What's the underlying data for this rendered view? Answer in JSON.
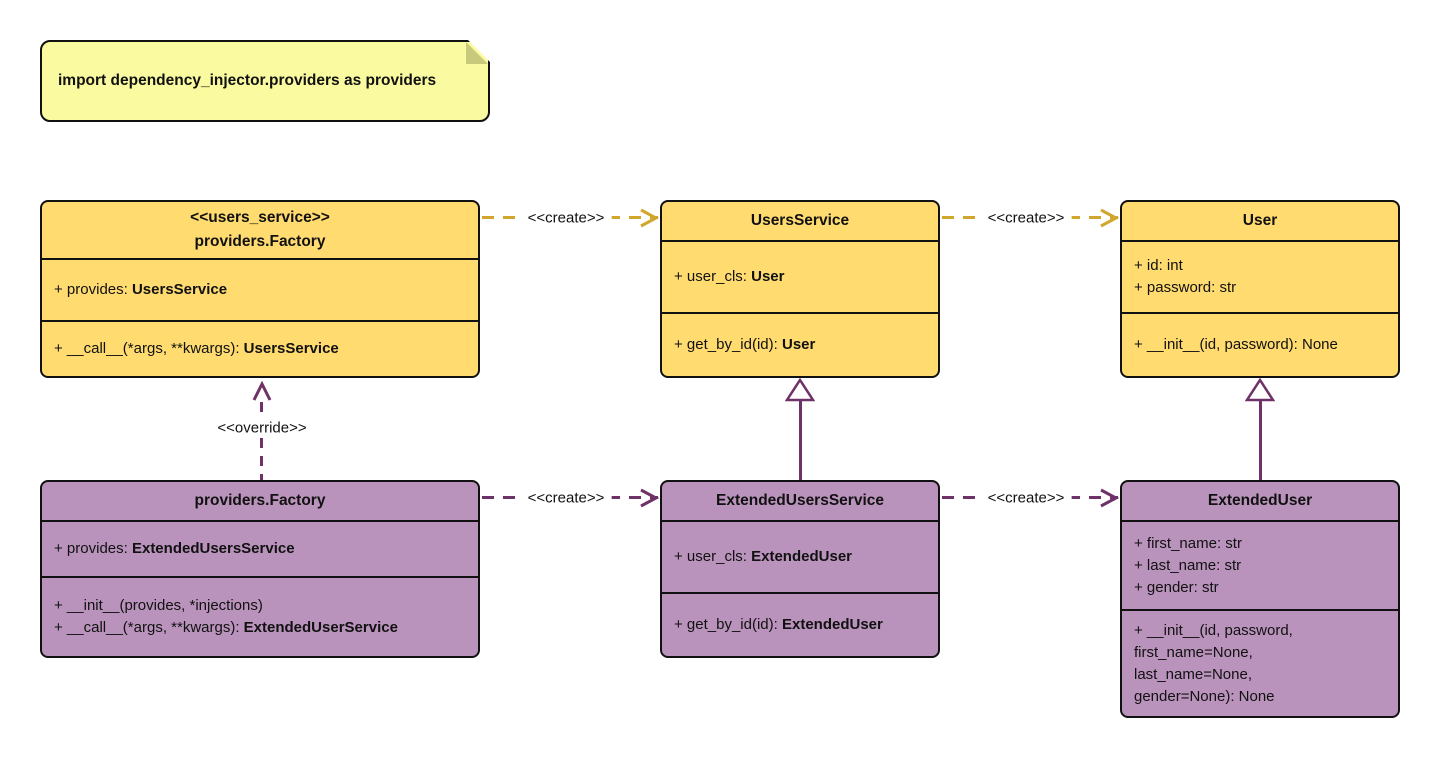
{
  "note": {
    "text": "import dependency_injector.providers as providers"
  },
  "colors": {
    "yellow_fill": "#FFDB70",
    "purple_fill": "#BA93BC",
    "note_fill": "#FAFAA0",
    "note_fold": "#C9C97C",
    "gold": "#D1A62C",
    "plum": "#6E3268",
    "ink": "#111111"
  },
  "classes": [
    {
      "id": "factory-users-service",
      "stereotype": "<<users_service>>",
      "name": "providers.Factory",
      "attributes": [
        {
          "text": "+ provides: ",
          "type": "UsersService"
        }
      ],
      "methods": [
        {
          "text": "+ __call__(*args, **kwargs): ",
          "type": "UsersService"
        }
      ]
    },
    {
      "id": "users-service",
      "stereotype": "",
      "name": "UsersService",
      "attributes": [
        {
          "text": "+ user_cls: ",
          "type": "User"
        }
      ],
      "methods": [
        {
          "text": "+ get_by_id(id): ",
          "type": "User"
        }
      ]
    },
    {
      "id": "user",
      "stereotype": "",
      "name": "User",
      "attributes": [
        {
          "text": "+ id: int",
          "type": ""
        },
        {
          "text": "+ password: str",
          "type": ""
        }
      ],
      "methods": [
        {
          "text": "+ __init__(id, password): None",
          "type": ""
        }
      ]
    },
    {
      "id": "factory-extended",
      "stereotype": "",
      "name": "providers.Factory",
      "attributes": [
        {
          "text": "+ provides: ",
          "type": "ExtendedUsersService"
        }
      ],
      "methods": [
        {
          "text": "+ __init__(provides, *injections)",
          "type": ""
        },
        {
          "text": "+ __call__(*args, **kwargs): ",
          "type": "ExtendedUserService"
        }
      ]
    },
    {
      "id": "extended-users-service",
      "stereotype": "",
      "name": "ExtendedUsersService",
      "attributes": [
        {
          "text": "+ user_cls: ",
          "type": "ExtendedUser"
        }
      ],
      "methods": [
        {
          "text": "+ get_by_id(id): ",
          "type": "ExtendedUser"
        }
      ]
    },
    {
      "id": "extended-user",
      "stereotype": "",
      "name": "ExtendedUser",
      "attributes": [
        {
          "text": "+ first_name: str",
          "type": ""
        },
        {
          "text": "+ last_name: str",
          "type": ""
        },
        {
          "text": "+ gender: str",
          "type": ""
        }
      ],
      "methods": [
        {
          "text": "+ __init__(id, password,",
          "type": ""
        },
        {
          "text": "first_name=None,",
          "type": ""
        },
        {
          "text": "last_name=None,",
          "type": ""
        },
        {
          "text": "gender=None): None",
          "type": ""
        }
      ]
    }
  ],
  "edges": [
    {
      "id": "factory-creates-users-service",
      "label": "<<create>>",
      "style": "dashed-gold"
    },
    {
      "id": "users-service-creates-user",
      "label": "<<create>>",
      "style": "dashed-gold"
    },
    {
      "id": "extended-factory-creates-extended-users-service",
      "label": "<<create>>",
      "style": "dashed-plum"
    },
    {
      "id": "extended-users-service-creates-extended-user",
      "label": "<<create>>",
      "style": "dashed-plum"
    },
    {
      "id": "extended-factory-overrides-factory",
      "label": "<<override>>",
      "style": "dashed-plum"
    },
    {
      "id": "extended-users-service-inherits-users-service",
      "label": "",
      "style": "solid-plum-triangle"
    },
    {
      "id": "extended-user-inherits-user",
      "label": "",
      "style": "solid-plum-triangle"
    }
  ]
}
